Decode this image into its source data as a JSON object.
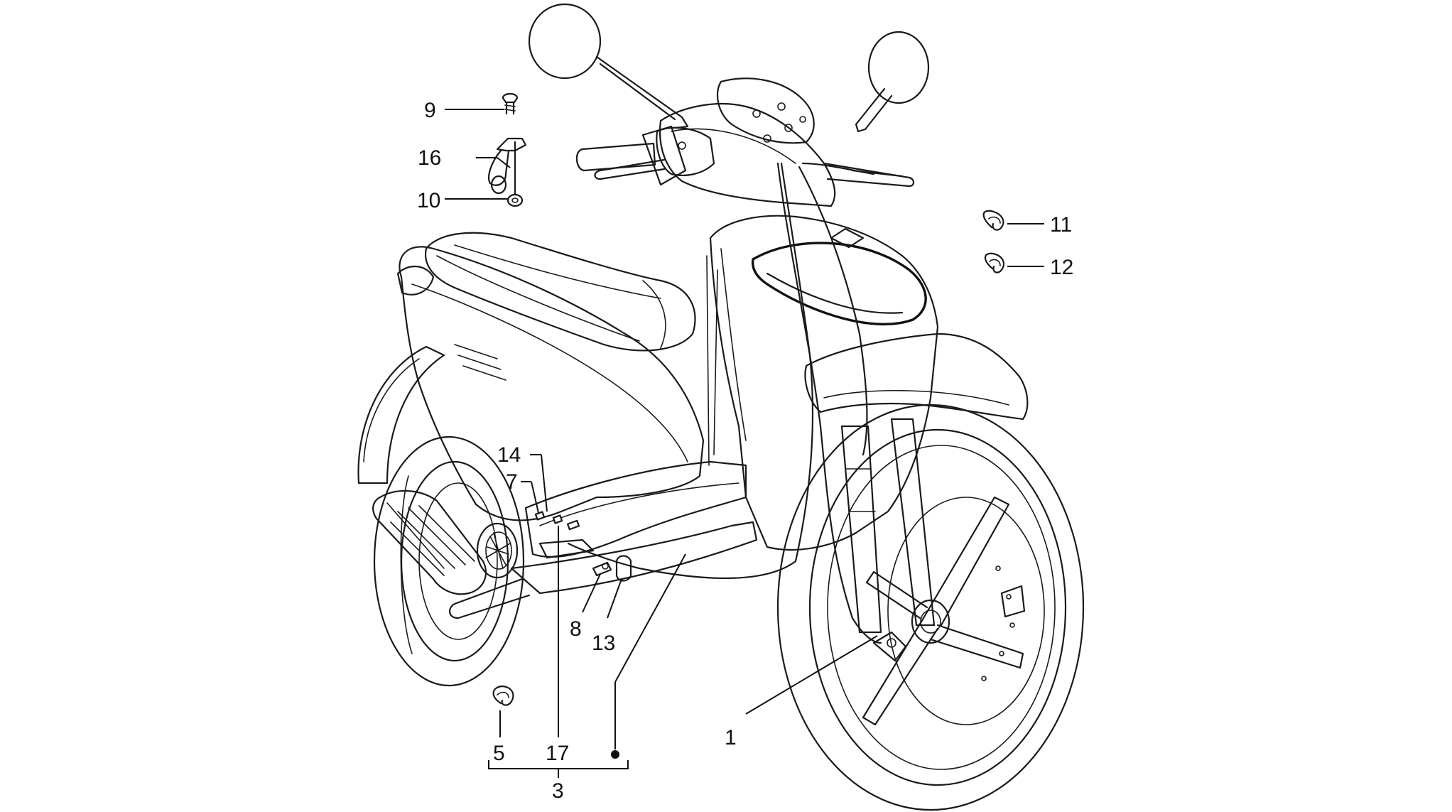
{
  "callouts": [
    {
      "id": "c9",
      "text": "9"
    },
    {
      "id": "c16",
      "text": "16"
    },
    {
      "id": "c10",
      "text": "10"
    },
    {
      "id": "c11",
      "text": "11"
    },
    {
      "id": "c12",
      "text": "12"
    },
    {
      "id": "c14",
      "text": "14"
    },
    {
      "id": "c7",
      "text": "7"
    },
    {
      "id": "c8",
      "text": "8"
    },
    {
      "id": "c13",
      "text": "13"
    },
    {
      "id": "c1",
      "text": "1"
    },
    {
      "id": "c5",
      "text": "5"
    },
    {
      "id": "c17",
      "text": "17"
    },
    {
      "id": "c3",
      "text": "3"
    }
  ],
  "colors": {
    "ink": "#1a1a1a",
    "background": "#ffffff"
  }
}
